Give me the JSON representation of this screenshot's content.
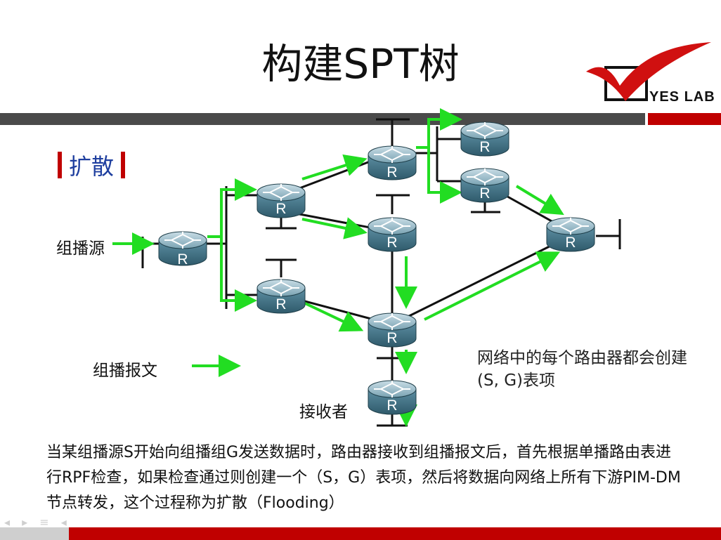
{
  "slide": {
    "title": "构建SPT树",
    "section": "扩散",
    "logo_text": "YES LAB",
    "labels": {
      "source": "组播源",
      "message": "组播报文",
      "receiver": "接收者"
    },
    "note": "网络中的每个路由器都会创建(S, G)表项",
    "description": "当某组播源S开始向组播组G发送数据时，路由器接收到组播报文后，首先根据单播路由表进行RPF检查，如果检查通过则创建一个（S，G）表项，然后将数据向网络上所有下游PIM-DM节点转发，这个过程称为扩散（Flooding）",
    "router_label": "R",
    "nav_glyphs": "◂ ▸ ≡ ◂",
    "colors": {
      "accent_red": "#c00000",
      "header_gray": "#4a4a4a",
      "arrow_green": "#22dd22",
      "router_body": "#3f6f82",
      "section_blue": "#1f3f9f"
    }
  }
}
